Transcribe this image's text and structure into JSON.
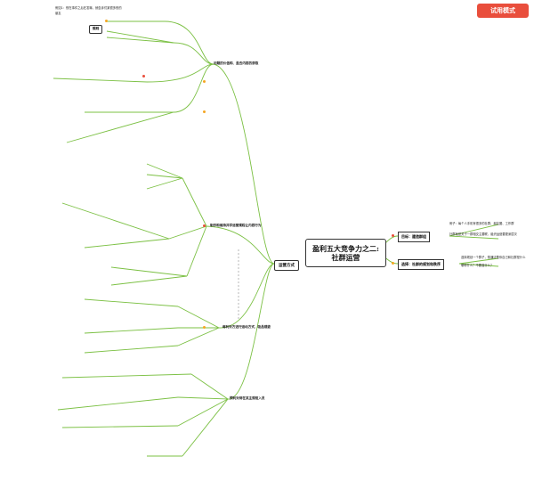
{
  "badge": "试用模式",
  "center_title": [
    "盈利五大竞争力之二:",
    "社群运营"
  ],
  "left_root": "运营方式",
  "right": {
    "a_title": "目标：建造群组",
    "a_items": [
      "例子：每个人手机有很多的社群、朋友圈、工作群",
      "社群就是关于一群相交主要联、组织运营要更深层次"
    ],
    "b_title": "选择：社群的规划和秩序",
    "b_items": [
      "选择规划一个群子，想通清楚你自己和社群是什么",
      "哪种什么？不要做什么？"
    ]
  },
  "top_notes": {
    "note1": [
      "例如1：别在事件之后在发嘛，就告诉们某很多别的",
      "朋友"
    ],
    "boxA": "规则"
  },
  "branches": {
    "b1": "问题的价值和、盈去内容的获取",
    "b2": "制作和维持并学运营规程让内容行为",
    "b3": "每利对方进行运动方式、吸品规避",
    "b4": "预利对待在某主规矩入员"
  },
  "colors": {
    "line": "#7bc043",
    "dashed": "#888888",
    "badge": "#e94e3c"
  }
}
